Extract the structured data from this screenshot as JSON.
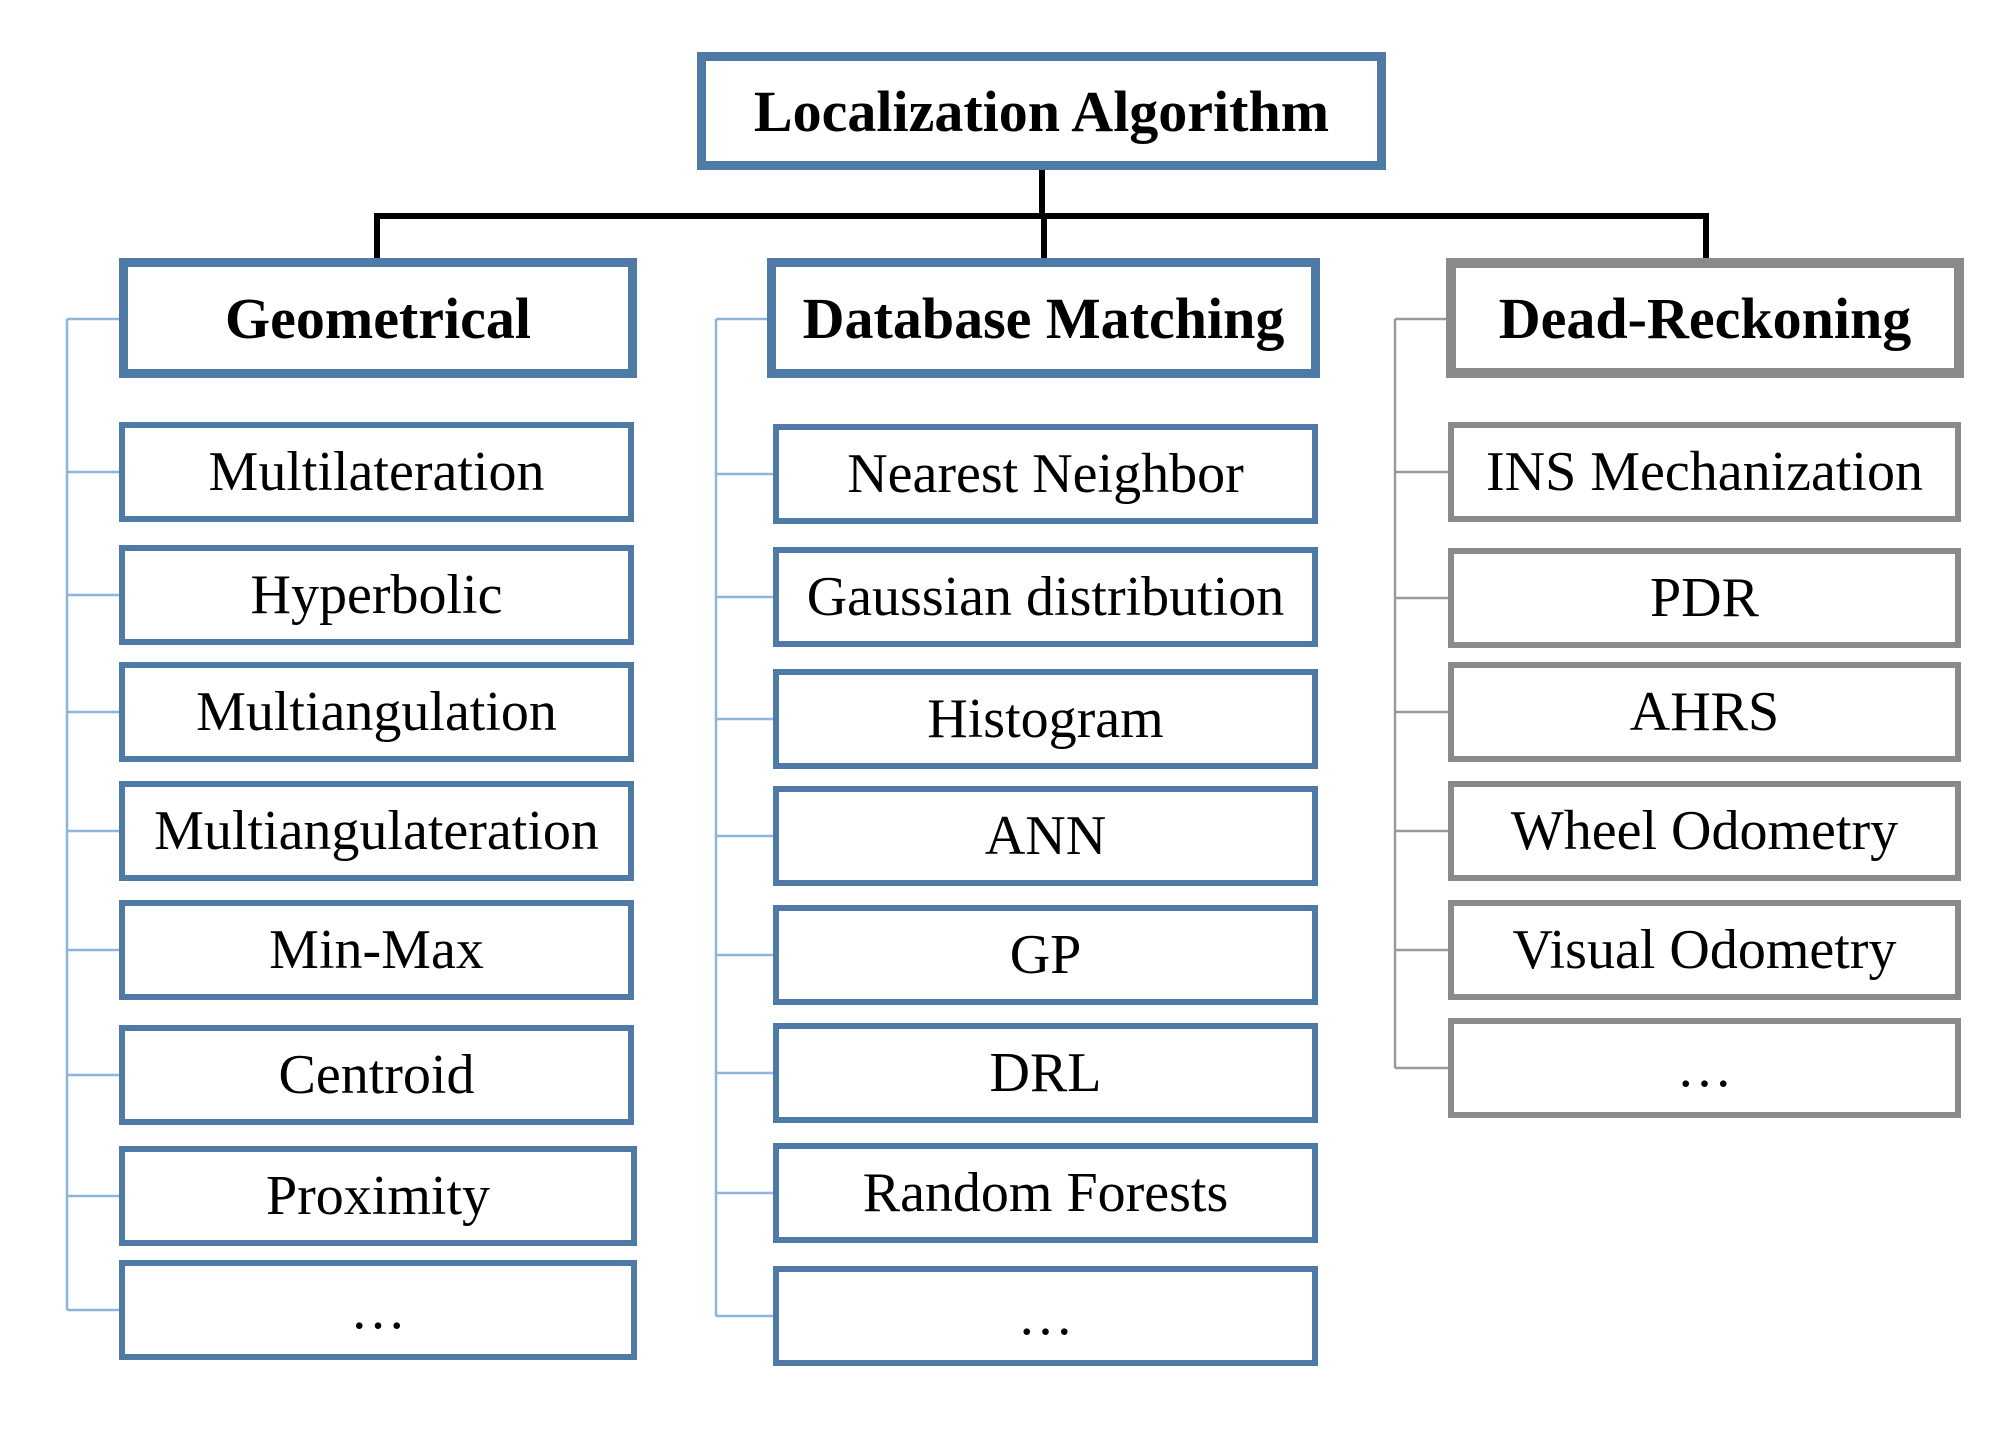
{
  "root": {
    "label": "Localization Algorithm"
  },
  "columns": [
    {
      "title": "Geometrical",
      "items": [
        "Multilateration",
        "Hyperbolic",
        "Multiangulation",
        "Multiangulateration",
        "Min-Max",
        "Centroid",
        "Proximity",
        "…"
      ]
    },
    {
      "title": "Database Matching",
      "items": [
        "Nearest Neighbor",
        "Gaussian distribution",
        "Histogram",
        "ANN",
        "GP",
        "DRL",
        "Random Forests",
        "…"
      ]
    },
    {
      "title": "Dead-Reckoning",
      "items": [
        "INS Mechanization",
        "PDR",
        "AHRS",
        "Wheel Odometry",
        "Visual Odometry",
        "…"
      ]
    }
  ],
  "colors": {
    "blue_border": "#4f7aa6",
    "gray_border": "#8a8a8a",
    "blue_connector": "#8fb5d9",
    "gray_connector": "#9a9a9a",
    "tree_line": "#000000"
  }
}
